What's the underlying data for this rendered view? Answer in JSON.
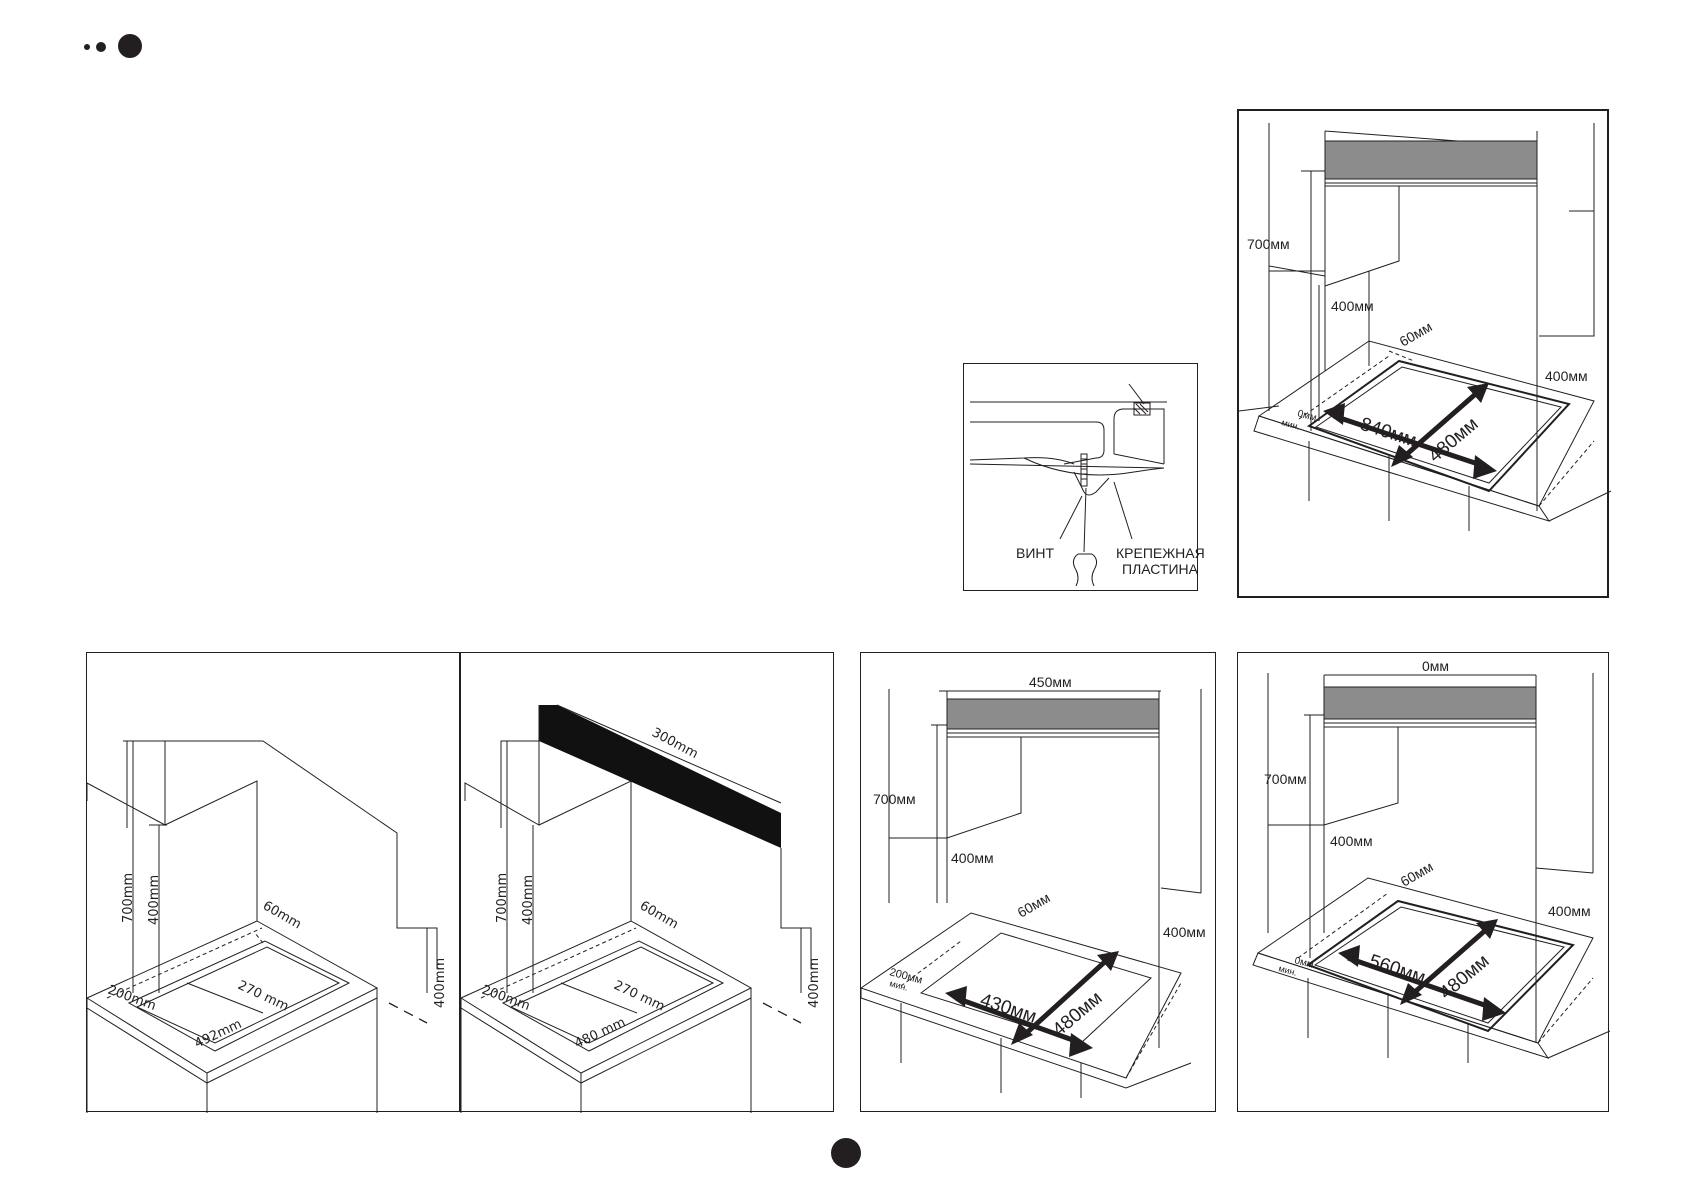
{
  "page": {
    "page_marker_icon": "filled-circle"
  },
  "header": {
    "marker_icon": "three-growing-dots"
  },
  "detail_inset": {
    "screw_label": "ВИНТ",
    "plate_label_line1": "КРЕПЕЖНАЯ",
    "plate_label_line2": "ПЛАСТИНА"
  },
  "install_a": {
    "h_700": "700мм",
    "h_400_left": "400мм",
    "h_400_right": "400мм",
    "side_60": "60мм",
    "edge_0": "0мм",
    "min_label": "мин.",
    "arrow_840": "840мм",
    "arrow_480": "480мм"
  },
  "install_b": {
    "h_700": "700mm",
    "h_400": "400mm",
    "side_60": "60mm",
    "front_200": "200mm",
    "depth_270": "270 mm",
    "width_492": "492mm",
    "right_400": "400mm"
  },
  "install_c": {
    "h_700": "700mm",
    "h_400": "400mm",
    "hood_300": "300mm",
    "side_60": "60mm",
    "front_200": "200mm",
    "depth_270": "270 mm",
    "width_480": "480 mm",
    "right_400": "400mm"
  },
  "install_d": {
    "hood_450": "450мм",
    "h_700": "700мм",
    "h_400_left": "400мм",
    "h_400_right": "400мм",
    "side_60": "60мм",
    "front_200": "200мм",
    "min_label": "мин.",
    "arrow_430": "430мм",
    "arrow_480": "480мм"
  },
  "install_e": {
    "hood_0": "0мм",
    "h_700": "700мм",
    "h_400_left": "400мм",
    "h_400_right": "400мм",
    "side_60": "60мм",
    "edge_0": "0мм",
    "min_label": "мин.",
    "arrow_560": "560мм",
    "arrow_480": "480мм"
  }
}
